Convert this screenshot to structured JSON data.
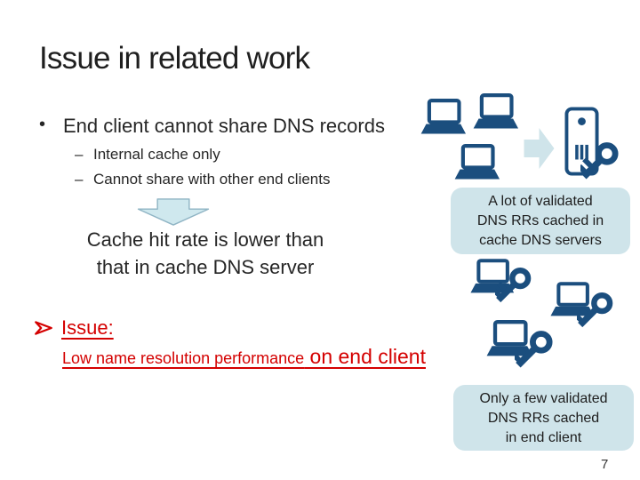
{
  "slide": {
    "title": "Issue in related work",
    "page_number": "7"
  },
  "bullets": {
    "main_marker": "•",
    "main_text": "End client cannot share DNS records",
    "sub_marker": "–",
    "sub_items": [
      "Internal cache only",
      "Cannot share with other end clients"
    ]
  },
  "conclusion": {
    "line1": "Cache hit rate is lower than",
    "line2": "that in cache DNS server"
  },
  "issue": {
    "marker": "➢",
    "label": "Issue:",
    "detail_small": "Low name resolution performance",
    "detail_large": " on end client"
  },
  "callouts": {
    "cache_server": {
      "line1": "A lot of validated",
      "line2": "DNS RRs cached in",
      "line3": "cache DNS servers"
    },
    "end_client": {
      "line1": "Only a few validated",
      "line2": "DNS RRs cached",
      "line3": "in end client"
    }
  },
  "icons": {
    "laptop": "laptop-icon",
    "key": "key-icon",
    "server": "cache-dns-server-icon",
    "arrow_right": "flow-arrow-right-icon",
    "arrow_down": "consequence-arrow-down-icon",
    "issue_marker": "issue-arrow-bullet-icon"
  },
  "colors": {
    "dark_blue": "#1b4e7e",
    "pale_blue": "#cfe4ea",
    "red": "#d40000",
    "text": "#262626"
  }
}
